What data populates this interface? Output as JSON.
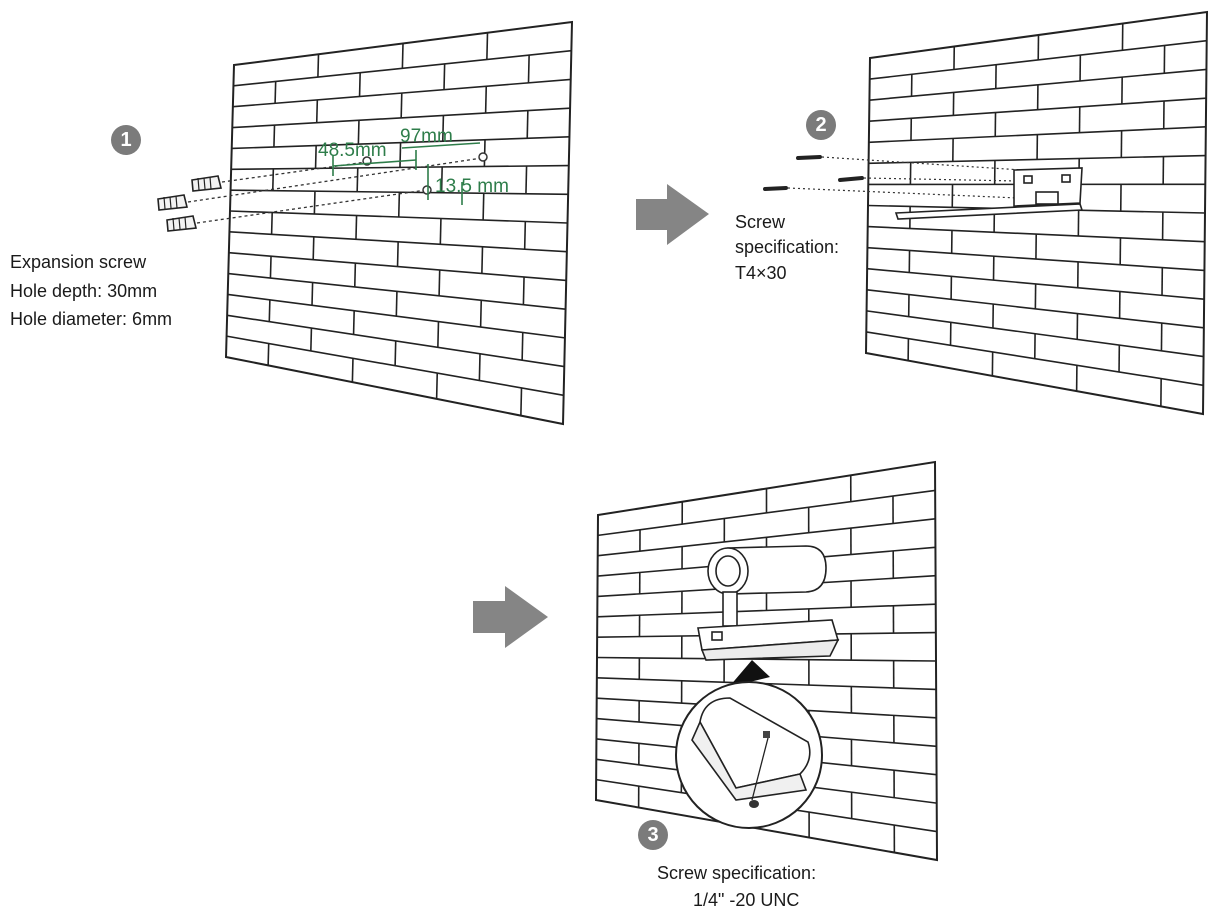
{
  "step1": {
    "badge": "1",
    "dim_48": "48.5mm",
    "dim_97": "97mm",
    "dim_13": "13.5 mm",
    "line1": "Expansion screw",
    "line2": "Hole depth: 30mm",
    "line3": "Hole diameter: 6mm"
  },
  "step2": {
    "badge": "2",
    "line1": "Screw",
    "line2": "specification:",
    "line3": "T4×30"
  },
  "step3": {
    "badge": "3",
    "line1": "Screw specification:",
    "line2": "1/4\" -20 UNC"
  },
  "colors": {
    "dimension": "#2e7d4a",
    "arrow": "#858585",
    "badge": "#7b7b7b",
    "line": "#222222"
  }
}
